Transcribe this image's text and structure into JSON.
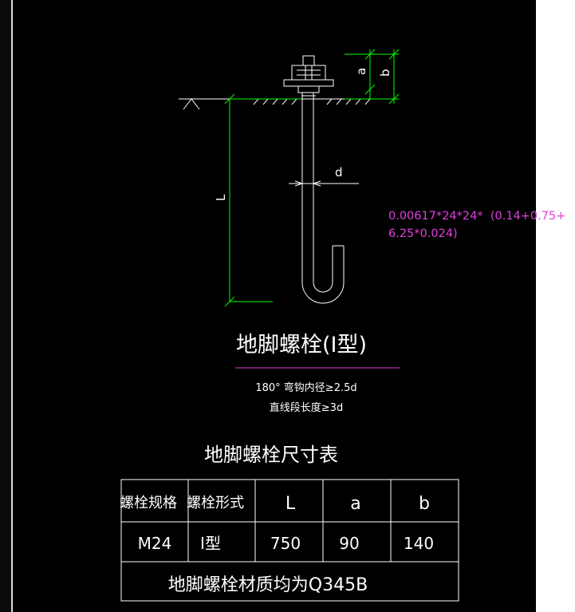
{
  "drawing": {
    "dimension_labels": {
      "a": "a",
      "b": "b",
      "d": "d",
      "L": "L"
    },
    "title": "地脚螺栓(Ⅰ型)",
    "notes": [
      "180° 弯钩内径≥2.5d",
      "直线段长度≥3d"
    ]
  },
  "table": {
    "title": "地脚螺栓尺寸表",
    "headers": [
      "螺栓规格",
      "螺栓形式",
      "L",
      "a",
      "b"
    ],
    "rows": [
      [
        "M24",
        "Ⅰ型",
        "750",
        "90",
        "140"
      ]
    ],
    "footer": "地脚螺栓材质均为Q345B"
  },
  "annotation": {
    "formula": "0.00617*24*24*  (0.14+0.75+\n6.25*0.024)"
  },
  "colors": {
    "background": "#000000",
    "line": "#ffffff",
    "dimension": "#00ff00",
    "annotation": "#e040e0"
  }
}
